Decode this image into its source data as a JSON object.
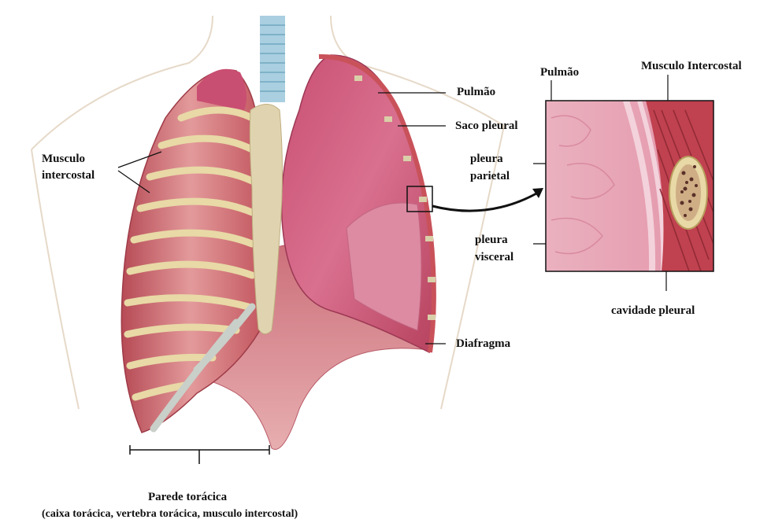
{
  "labels": {
    "pulmao_main": "Pulmão",
    "saco_pleural": "Saco pleural",
    "musculo_intercostal_left_1": "Musculo",
    "musculo_intercostal_left_2": "intercostal",
    "pleura_parietal_1": "pleura",
    "pleura_parietal_2": "parietal",
    "pleura_visceral_1": "pleura",
    "pleura_visceral_2": "visceral",
    "diafragma": "Diafragma",
    "inset_pulmao": "Pulmão",
    "inset_musculo_intercostal": "Musculo Intercostal",
    "cavidade_pleural": "cavidade pleural",
    "parede_toracica": "Parede torácica",
    "parede_toracica_sub": "(caixa torácica, vertebra torácica, musculo intercostal)"
  },
  "colors": {
    "lung": "#d9708f",
    "rib": "#e8d9a6",
    "muscle": "#c9525a",
    "cartilage": "#c9cfc9",
    "trachea": "#a9cfe0",
    "diaphragm": "#d98a92",
    "inset_bg": "#e8a3b4"
  }
}
